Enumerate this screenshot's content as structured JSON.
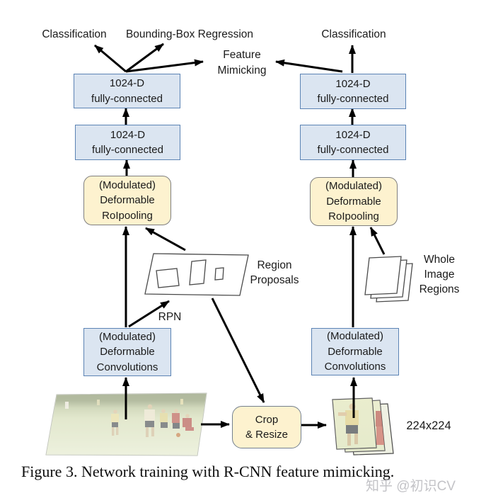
{
  "figure": {
    "caption": "Figure 3. Network training with R-CNN feature mimicking.",
    "watermark": "知乎 @初识CV"
  },
  "labels": {
    "classification_left": "Classification",
    "bounding_box_regression": "Bounding-Box Regression",
    "feature_mimicking": {
      "line1": "Feature",
      "line2": "Mimicking"
    },
    "classification_right": "Classification",
    "region_proposals": {
      "line1": "Region",
      "line2": "Proposals"
    },
    "rpn": "RPN",
    "whole_image_regions": {
      "line1": "Whole",
      "line2": "Image",
      "line3": "Regions"
    },
    "crop_size": "224x224"
  },
  "boxes": {
    "fc_top_left": {
      "line1": "1024-D",
      "line2": "fully-connected"
    },
    "fc_bottom_left": {
      "line1": "1024-D",
      "line2": "fully-connected"
    },
    "roipool_left": {
      "line1": "(Modulated)",
      "line2": "Deformable",
      "line3": "RoIpooling"
    },
    "conv_left": {
      "line1": "(Modulated)",
      "line2": "Deformable",
      "line3": "Convolutions"
    },
    "fc_top_right": {
      "line1": "1024-D",
      "line2": "fully-connected"
    },
    "fc_bottom_right": {
      "line1": "1024-D",
      "line2": "fully-connected"
    },
    "roipool_right": {
      "line1": "(Modulated)",
      "line2": "Deformable",
      "line3": "RoIpooling"
    },
    "conv_right": {
      "line1": "(Modulated)",
      "line2": "Deformable",
      "line3": "Convolutions"
    },
    "crop_resize": {
      "line1": "Crop",
      "line2": "& Resize"
    }
  },
  "colors": {
    "fc_box_fill": "#dbe5f1",
    "fc_box_border": "#5b83b4",
    "pool_box_fill": "#fdf2cf",
    "pool_box_border": "#7f7f7f",
    "arrow": "#000000",
    "watermark_text": "#c3c3c7"
  }
}
